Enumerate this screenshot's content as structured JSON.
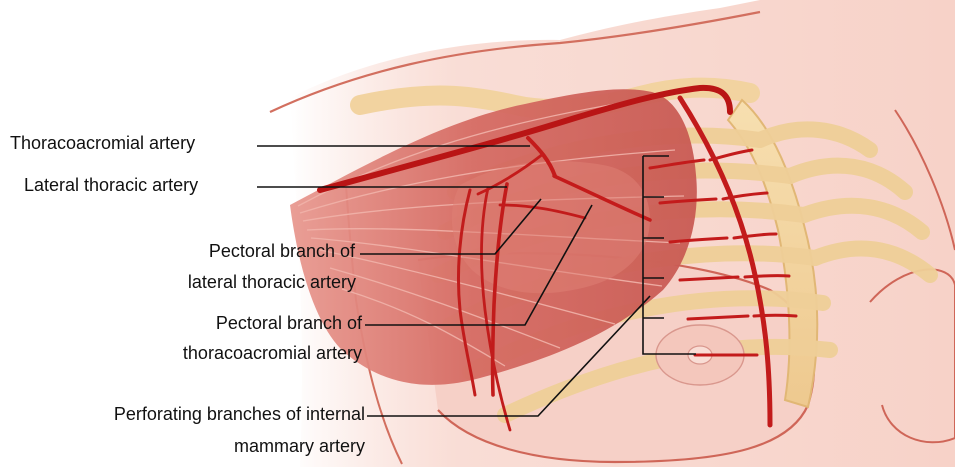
{
  "labels": {
    "thoracoacromial_artery": "Thoracoacromial artery",
    "lateral_thoracic_artery": "Lateral thoracic artery",
    "pectoral_branch_lateral_line1": "Pectoral branch of",
    "pectoral_branch_lateral_line2": "lateral thoracic artery",
    "pectoral_branch_thoracoacromial_line1": "Pectoral branch of",
    "pectoral_branch_thoracoacromial_line2": "thoracoacromial artery",
    "perforating_line1": "Perforating branches of internal",
    "perforating_line2": "mammary artery"
  },
  "colors": {
    "skin": "#f7d2c8",
    "skin_outline": "#d26f5f",
    "bone": "#f3d7a1",
    "bone_outline": "#e0b97c",
    "muscle": "#d86f69",
    "muscle_light": "#eba39a",
    "artery": "#c91f1f",
    "artery_dark": "#9e1010",
    "leader_line": "#111111"
  }
}
